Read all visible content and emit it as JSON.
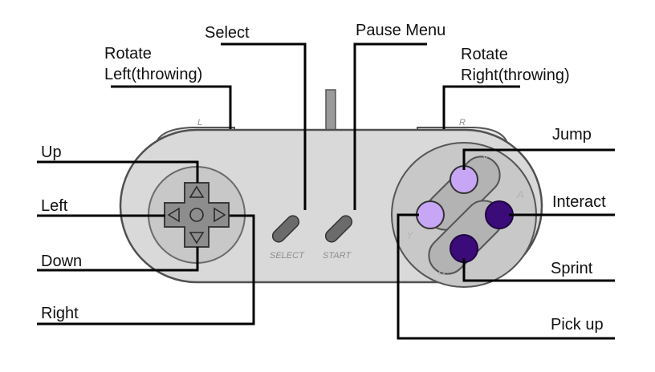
{
  "labels": {
    "select": "Select",
    "pause_menu": "Pause Menu",
    "rotate_left_line1": "Rotate",
    "rotate_left_line2": "Left(throwing)",
    "rotate_right_line1": "Rotate",
    "rotate_right_line2": "Right(throwing)",
    "up": "Up",
    "left": "Left",
    "down": "Down",
    "right": "Right",
    "jump": "Jump",
    "interact": "Interact",
    "sprint": "Sprint",
    "pick_up": "Pick up"
  },
  "controller": {
    "shoulder_left": "L",
    "shoulder_right": "R",
    "select_caption": "SELECT",
    "start_caption": "START",
    "face_x": "X",
    "face_a": "A",
    "face_b": "B",
    "face_y": "Y"
  },
  "colors": {
    "body": "#d9d9d9",
    "outline": "#505050",
    "dpad_well": "#c8c8c8",
    "dpad": "#8d8d8d",
    "button_pad": "#b3b3b3",
    "button_light": "#c7a6f5",
    "button_dark": "#3c0b7a",
    "leader": "#000000"
  }
}
